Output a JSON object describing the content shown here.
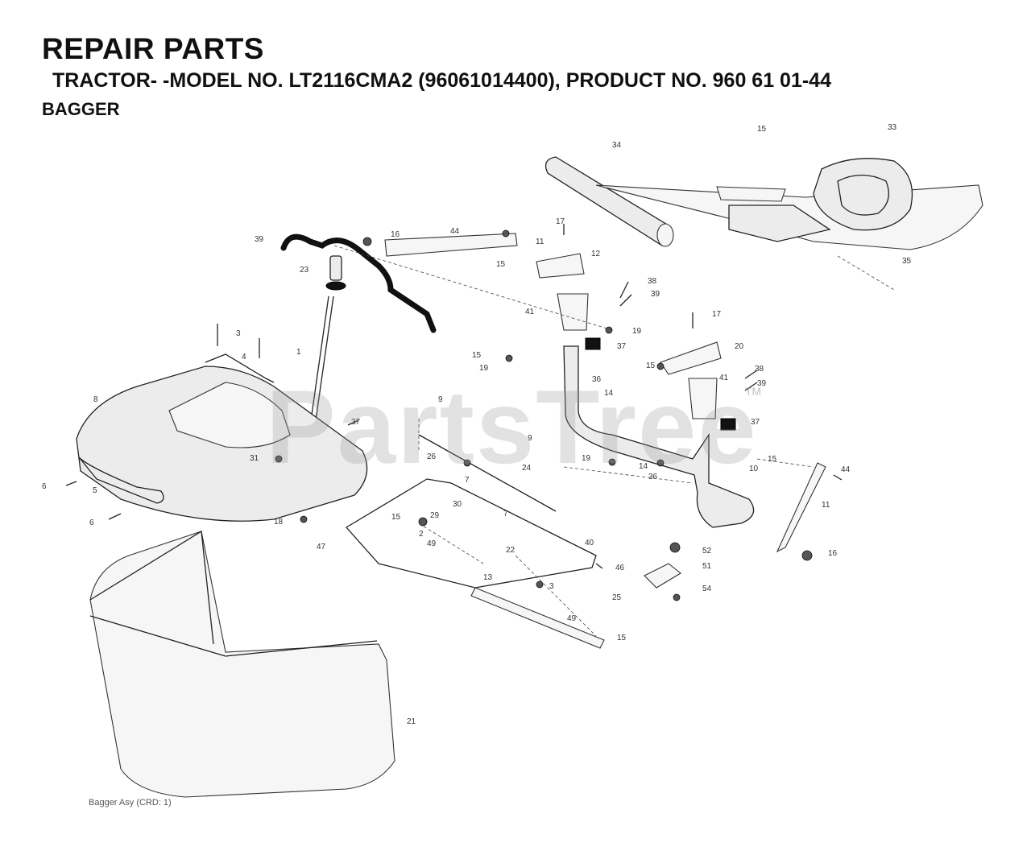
{
  "header": {
    "title": "REPAIR PARTS",
    "subtitle": "TRACTOR- -MODEL NO. LT2116CMA2 (96061014400), PRODUCT NO. 960 61 01-44",
    "section": "BAGGER"
  },
  "watermark": {
    "text": "PartsTree",
    "tm": "TM"
  },
  "footer": {
    "text": "Bagger Asy (CRD: 1)"
  },
  "callouts": [
    {
      "id": "c15a",
      "text": "15"
    },
    {
      "id": "c33",
      "text": "33"
    },
    {
      "id": "c34",
      "text": "34"
    },
    {
      "id": "c35",
      "text": "35"
    },
    {
      "id": "c39",
      "text": "39"
    },
    {
      "id": "c16a",
      "text": "16"
    },
    {
      "id": "c44a",
      "text": "44"
    },
    {
      "id": "c15b",
      "text": "15"
    },
    {
      "id": "c17a",
      "text": "17"
    },
    {
      "id": "c11a",
      "text": "11"
    },
    {
      "id": "c12",
      "text": "12"
    },
    {
      "id": "c23",
      "text": "23"
    },
    {
      "id": "c38a",
      "text": "38"
    },
    {
      "id": "c39b",
      "text": "39"
    },
    {
      "id": "c41a",
      "text": "41"
    },
    {
      "id": "c17b",
      "text": "17"
    },
    {
      "id": "c19a",
      "text": "19"
    },
    {
      "id": "c3",
      "text": "3"
    },
    {
      "id": "c4",
      "text": "4"
    },
    {
      "id": "c1",
      "text": "1"
    },
    {
      "id": "c37a",
      "text": "37"
    },
    {
      "id": "c15c",
      "text": "15"
    },
    {
      "id": "c19b",
      "text": "19"
    },
    {
      "id": "c20",
      "text": "20"
    },
    {
      "id": "c36a",
      "text": "36"
    },
    {
      "id": "c15d",
      "text": "15"
    },
    {
      "id": "c14a",
      "text": "14"
    },
    {
      "id": "c38b",
      "text": "38"
    },
    {
      "id": "c41b",
      "text": "41"
    },
    {
      "id": "c39c",
      "text": "39"
    },
    {
      "id": "c8",
      "text": "8"
    },
    {
      "id": "c9a",
      "text": "9"
    },
    {
      "id": "c37b",
      "text": "37"
    },
    {
      "id": "c37c",
      "text": "37"
    },
    {
      "id": "c9b",
      "text": "9"
    },
    {
      "id": "c31",
      "text": "31"
    },
    {
      "id": "c26",
      "text": "26"
    },
    {
      "id": "c24",
      "text": "24"
    },
    {
      "id": "c19c",
      "text": "19"
    },
    {
      "id": "c14b",
      "text": "14"
    },
    {
      "id": "c36b",
      "text": "36"
    },
    {
      "id": "c10",
      "text": "10"
    },
    {
      "id": "c15e",
      "text": "15"
    },
    {
      "id": "c44b",
      "text": "44"
    },
    {
      "id": "c6a",
      "text": "6"
    },
    {
      "id": "c5",
      "text": "5"
    },
    {
      "id": "c7a",
      "text": "7"
    },
    {
      "id": "c30",
      "text": "30"
    },
    {
      "id": "c7b",
      "text": "7"
    },
    {
      "id": "c11b",
      "text": "11"
    },
    {
      "id": "c6b",
      "text": "6"
    },
    {
      "id": "c15f",
      "text": "15"
    },
    {
      "id": "c29",
      "text": "29"
    },
    {
      "id": "c18",
      "text": "18"
    },
    {
      "id": "c2",
      "text": "2"
    },
    {
      "id": "c47",
      "text": "47"
    },
    {
      "id": "c49a",
      "text": "49"
    },
    {
      "id": "c22",
      "text": "22"
    },
    {
      "id": "c40",
      "text": "40"
    },
    {
      "id": "c52",
      "text": "52"
    },
    {
      "id": "c16b",
      "text": "16"
    },
    {
      "id": "c13",
      "text": "13"
    },
    {
      "id": "c46",
      "text": "46"
    },
    {
      "id": "c51",
      "text": "51"
    },
    {
      "id": "c54",
      "text": "54"
    },
    {
      "id": "c3b",
      "text": "3"
    },
    {
      "id": "c25",
      "text": "25"
    },
    {
      "id": "c49b",
      "text": "49"
    },
    {
      "id": "c15g",
      "text": "15"
    },
    {
      "id": "c21",
      "text": "21"
    }
  ]
}
